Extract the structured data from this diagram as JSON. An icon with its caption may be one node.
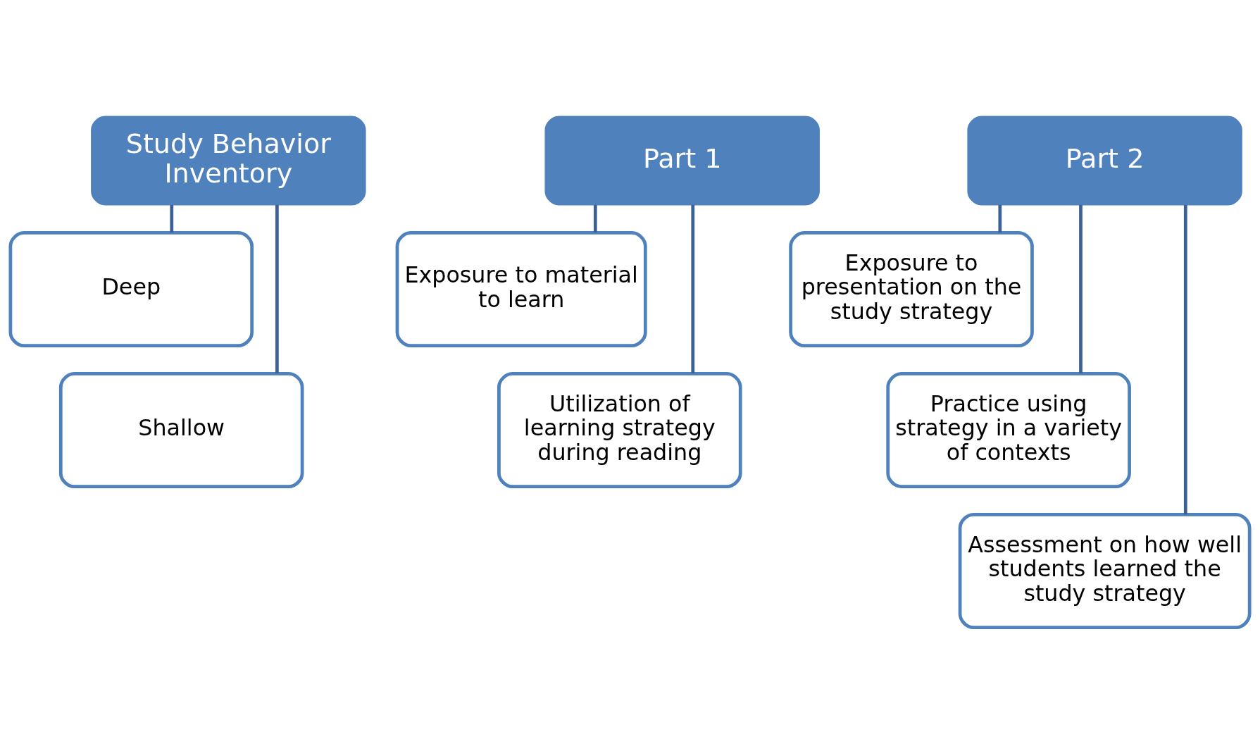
{
  "diagram": {
    "nodes": [
      {
        "text": [
          "Study Behavior Inventory"
        ]
      },
      {
        "text": [
          "Deep"
        ]
      },
      {
        "text": [
          "Shallow"
        ]
      },
      {
        "text": [
          "Part 1"
        ]
      },
      {
        "text": [
          "Exposure to material to learn"
        ]
      },
      {
        "text": [
          "Utilization of learning strategy during reading"
        ]
      },
      {
        "text": [
          "Part 2"
        ]
      },
      {
        "text": [
          "Exposure to presentation on the study strategy"
        ]
      },
      {
        "text": [
          "Practice using strategy in a variety of contexts"
        ]
      },
      {
        "text": [
          "Assessment on how well students learned the study strategy"
        ]
      }
    ],
    "edges": [
      {
        "from": 0,
        "to": 1,
        "arrow": "none"
      },
      {
        "from": 0,
        "to": 2,
        "arrow": "none"
      },
      {
        "from": 3,
        "to": 4,
        "arrow": "none"
      },
      {
        "from": 3,
        "to": 5,
        "arrow": "none"
      },
      {
        "from": 6,
        "to": 7,
        "arrow": "none"
      },
      {
        "from": 6,
        "to": 8,
        "arrow": "none"
      },
      {
        "from": 6,
        "to": 9,
        "arrow": "none"
      }
    ]
  }
}
